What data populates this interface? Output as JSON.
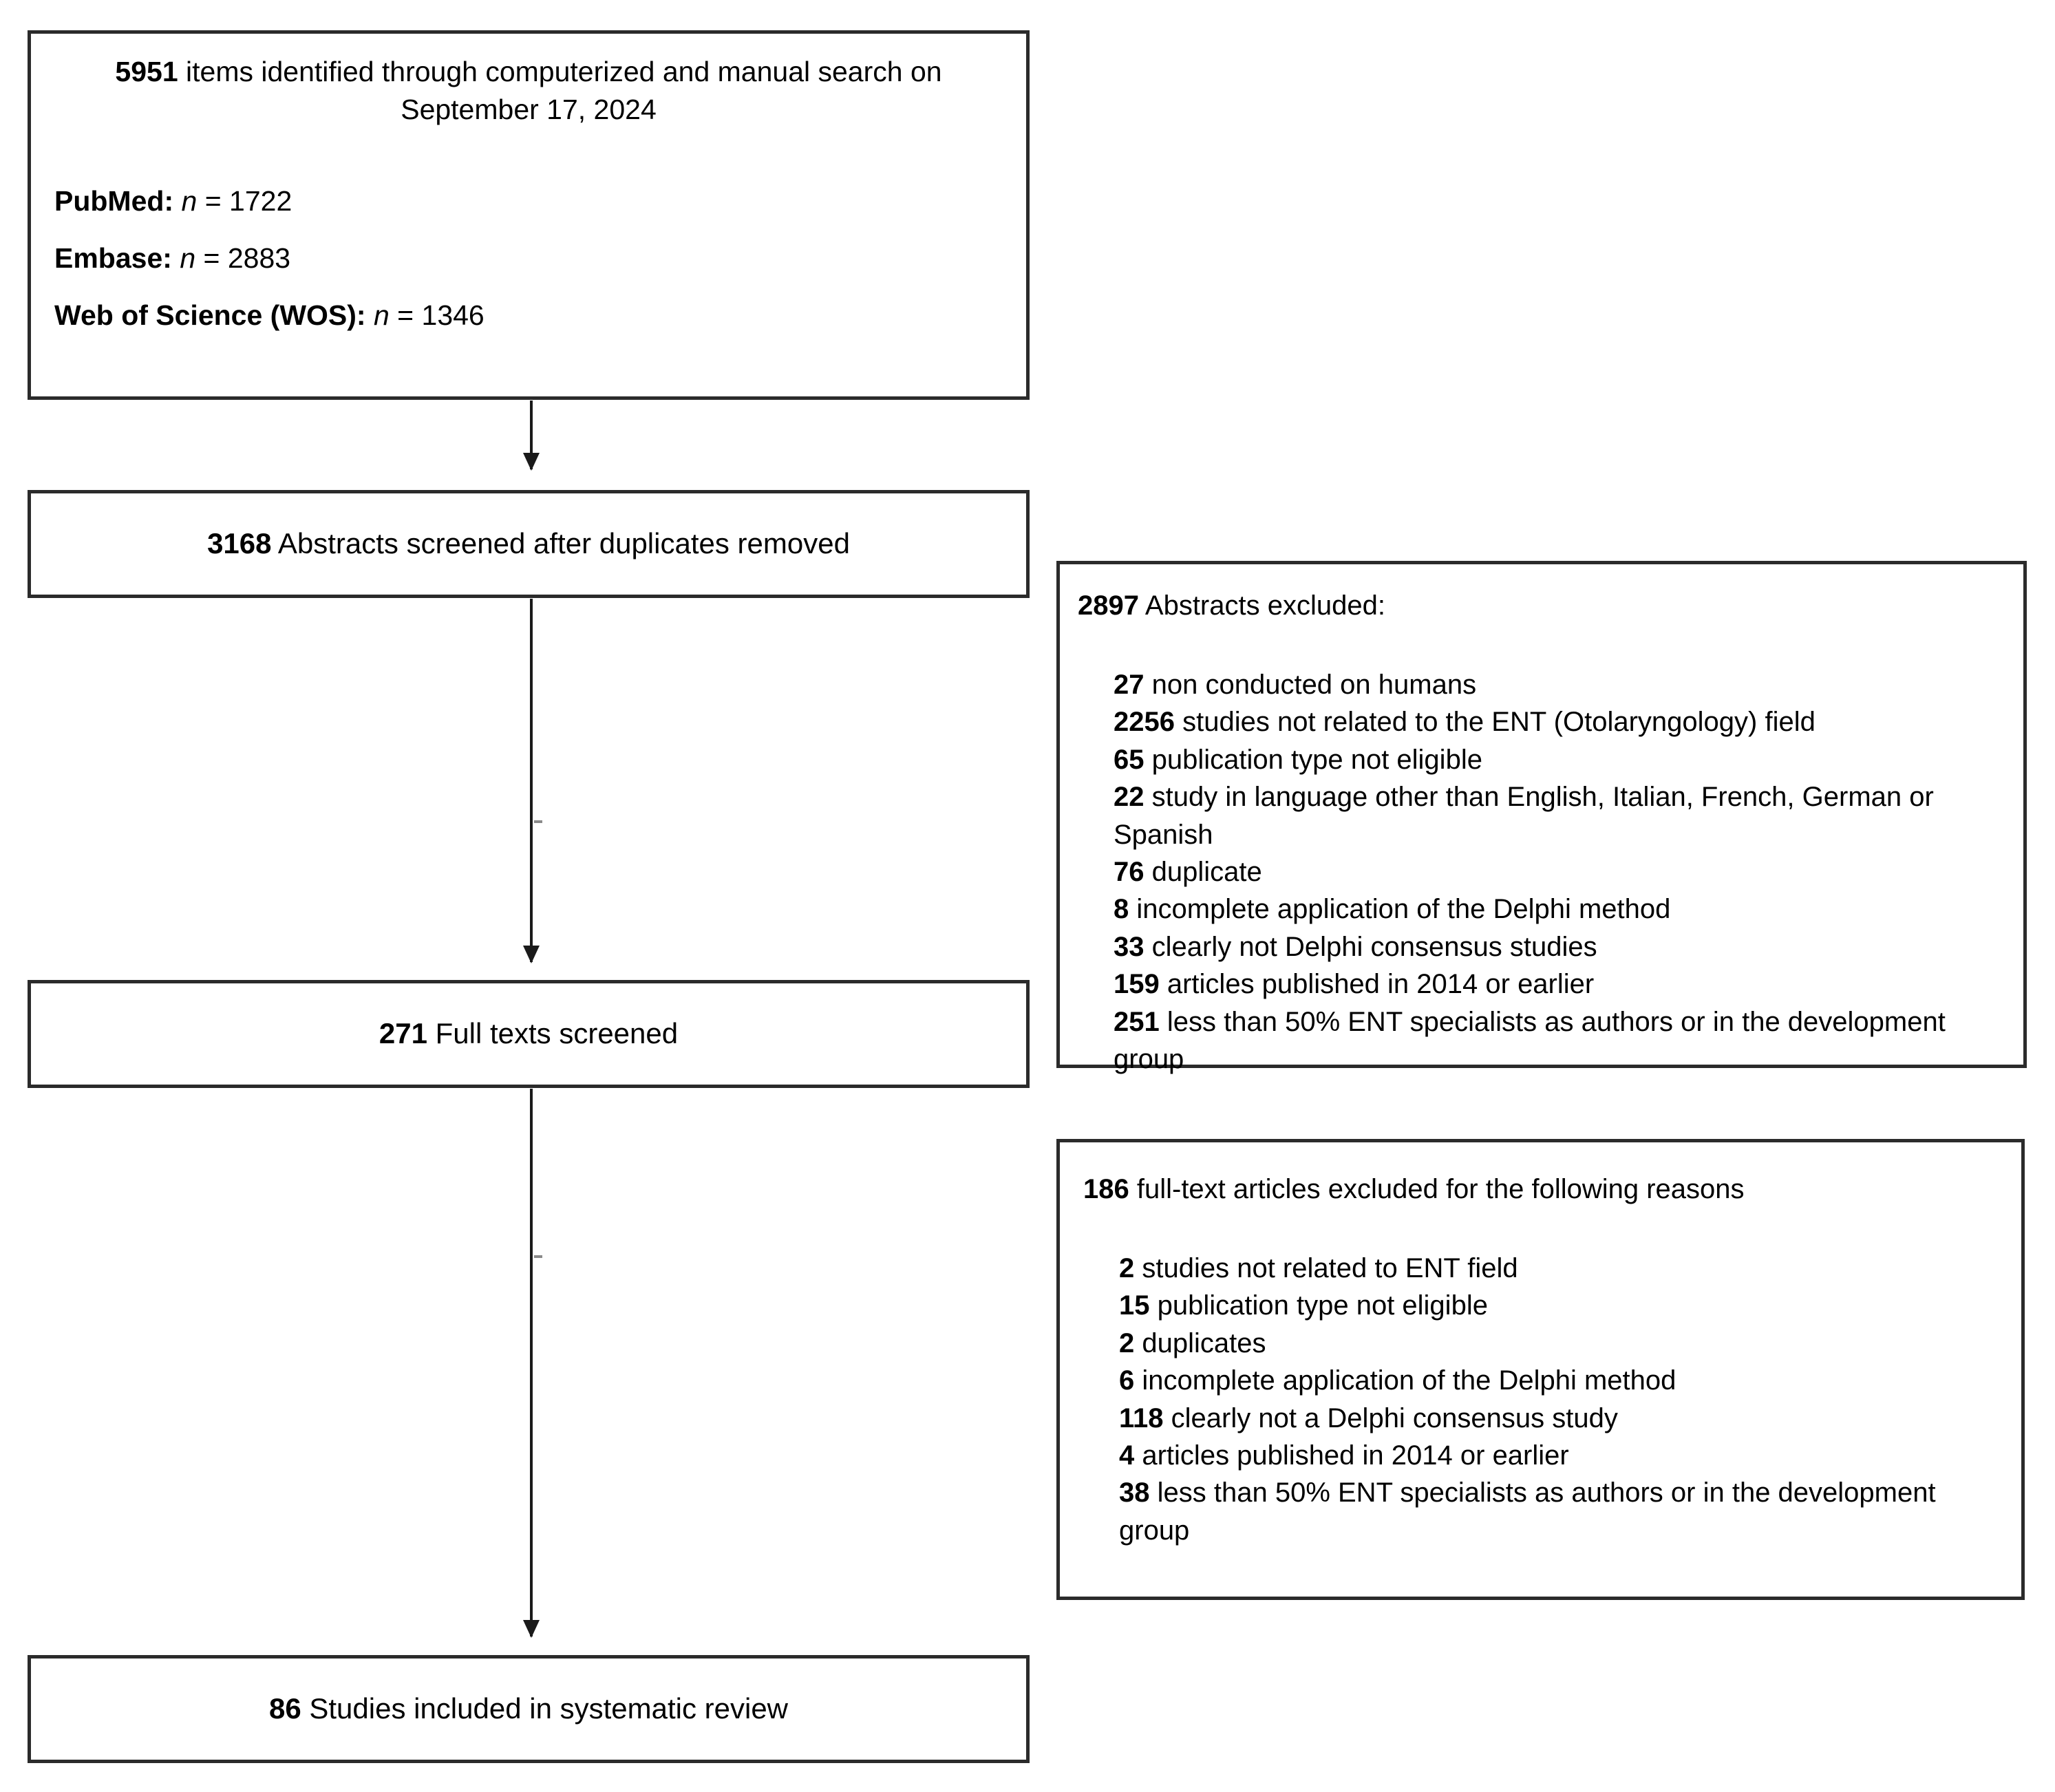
{
  "diagram": {
    "type": "prisma-flow-diagram",
    "identification": {
      "headline_prefix": "5951",
      "headline_text": " items identified through computerized and manual search on September 17, 2024",
      "sources": [
        {
          "name": "PubMed",
          "sep": ": ",
          "n_label": "n",
          "eq": " = ",
          "value": "1722"
        },
        {
          "name": "Embase",
          "sep": ": ",
          "n_label": "n",
          "eq": " = ",
          "value": "2883"
        },
        {
          "name": "Web of Science (WOS)",
          "sep": ": ",
          "n_label": "n",
          "eq": " = ",
          "value": "1346"
        }
      ]
    },
    "abstracts_screened": {
      "count": "3168",
      "label": " Abstracts screened after duplicates removed"
    },
    "abstracts_excluded": {
      "count": "2897",
      "heading": " Abstracts excluded:",
      "reasons": [
        {
          "count": "27",
          "text": " non conducted on humans"
        },
        {
          "count": "2256",
          "text": " studies not related to the ENT (Otolaryngology) field"
        },
        {
          "count": "65",
          "text": " publication type not eligible"
        },
        {
          "count": "22",
          "text": " study in language other than English, Italian, French, German or Spanish"
        },
        {
          "count": "76",
          "text": " duplicate"
        },
        {
          "count": "8",
          "text": " incomplete application of the Delphi method"
        },
        {
          "count": "33",
          "text": " clearly not Delphi consensus studies"
        },
        {
          "count": "159",
          "text": " articles published in 2014 or earlier"
        },
        {
          "count": "251",
          "text": " less than 50% ENT specialists as authors or in the development group"
        }
      ]
    },
    "full_texts_screened": {
      "count": "271",
      "label": " Full texts screened"
    },
    "full_texts_excluded": {
      "count": "186",
      "heading": " full-text articles excluded for the following reasons",
      "reasons": [
        {
          "count": "2",
          "text": " studies not related to ENT field"
        },
        {
          "count": "15",
          "text": " publication type not eligible"
        },
        {
          "count": "2",
          "text": " duplicates"
        },
        {
          "count": "6",
          "text": " incomplete application of the Delphi method"
        },
        {
          "count": "118",
          "text": " clearly not a Delphi consensus study"
        },
        {
          "count": "4",
          "text": " articles published in 2014 or earlier"
        },
        {
          "count": "38",
          "text": " less than 50% ENT specialists as authors or in the development group"
        }
      ]
    },
    "included": {
      "count": "86",
      "label": " Studies included in systematic review"
    },
    "colors": {
      "box_border": "#2b2b2b",
      "arrow": "#1a1a1a",
      "text": "#000000",
      "background": "#ffffff"
    }
  }
}
